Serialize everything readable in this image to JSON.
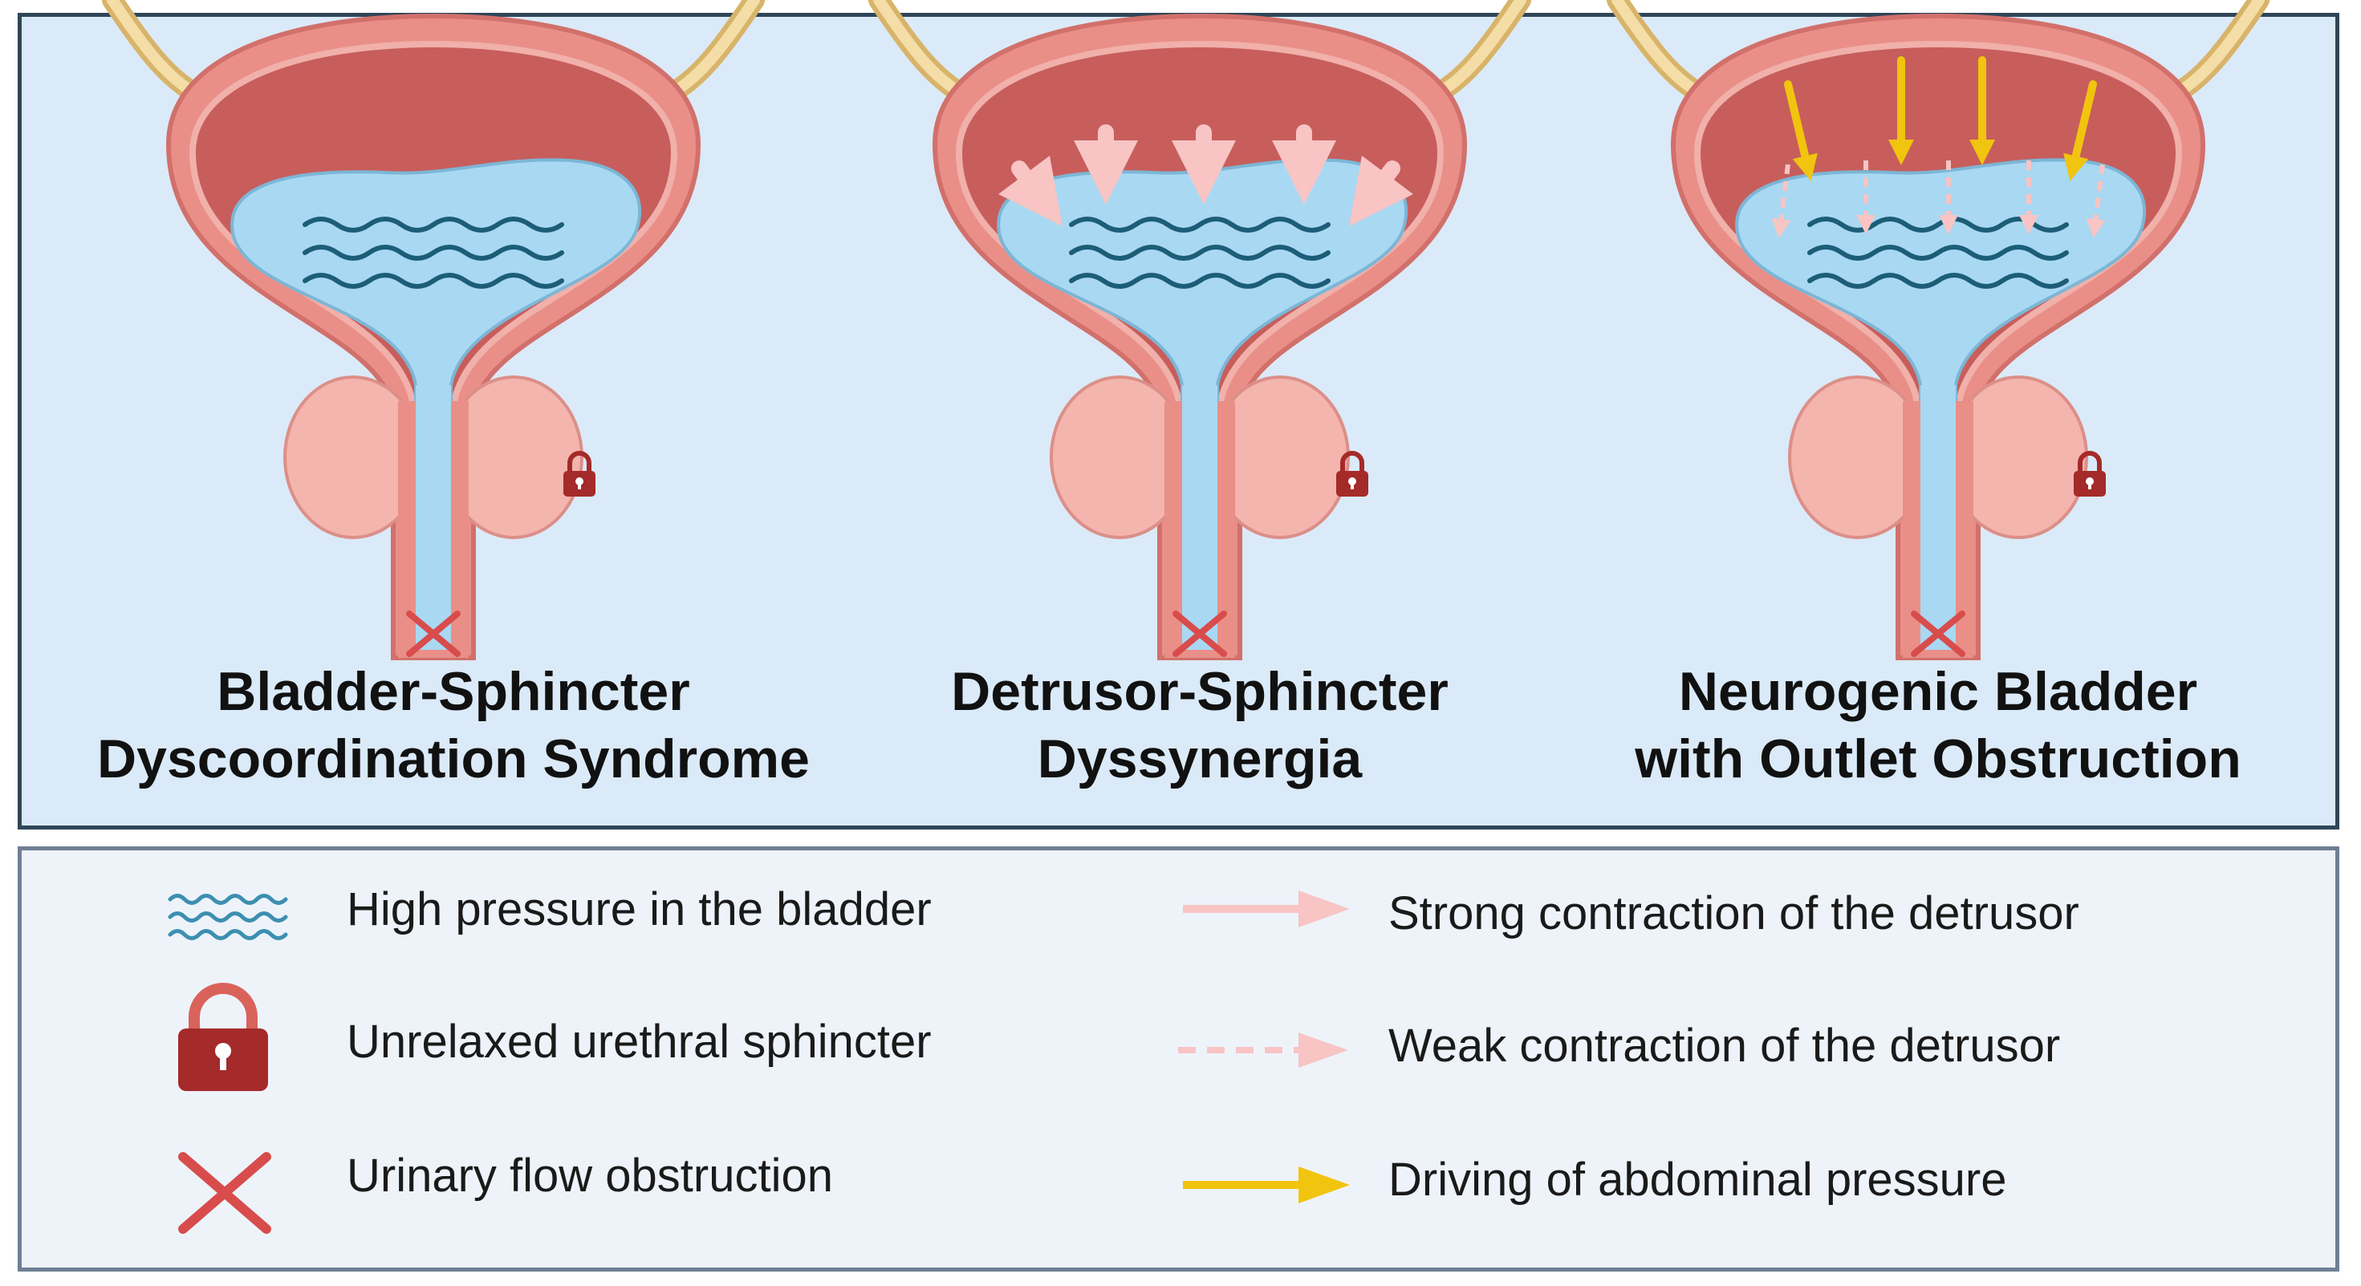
{
  "panels": [
    {
      "title_line1": "Bladder-Sphincter",
      "title_line2": "Dyscoordination Syndrome",
      "contraction": "none"
    },
    {
      "title_line1": "Detrusor-Sphincter",
      "title_line2": "Dyssynergia",
      "contraction": "strong"
    },
    {
      "title_line1": "Neurogenic Bladder",
      "title_line2": "with Outlet Obstruction",
      "contraction": "weak-plus-abdominal"
    }
  ],
  "legend": {
    "high_pressure": "High pressure in the bladder",
    "unrelaxed_sphincter": "Unrelaxed urethral sphincter",
    "flow_obstruction": "Urinary flow obstruction",
    "strong_contraction": "Strong contraction of the detrusor",
    "weak_contraction": "Weak contraction of the detrusor",
    "abdominal_pressure": "Driving of abdominal pressure"
  },
  "colors": {
    "top_background": "#dbeaf8",
    "bottom_background": "#eef3fa",
    "bladder_outer": "#e98f88",
    "bladder_inner": "#c75e5c",
    "urine": "#a9d8f2",
    "wave": "#1c5d78",
    "prostate": "#f3b5ae",
    "lock": "#a52a2a",
    "cross": "#d84c4c",
    "strong_arrow": "#f8c4c4",
    "abdominal_arrow": "#f1c40f",
    "ureter": "#f0d49a"
  }
}
